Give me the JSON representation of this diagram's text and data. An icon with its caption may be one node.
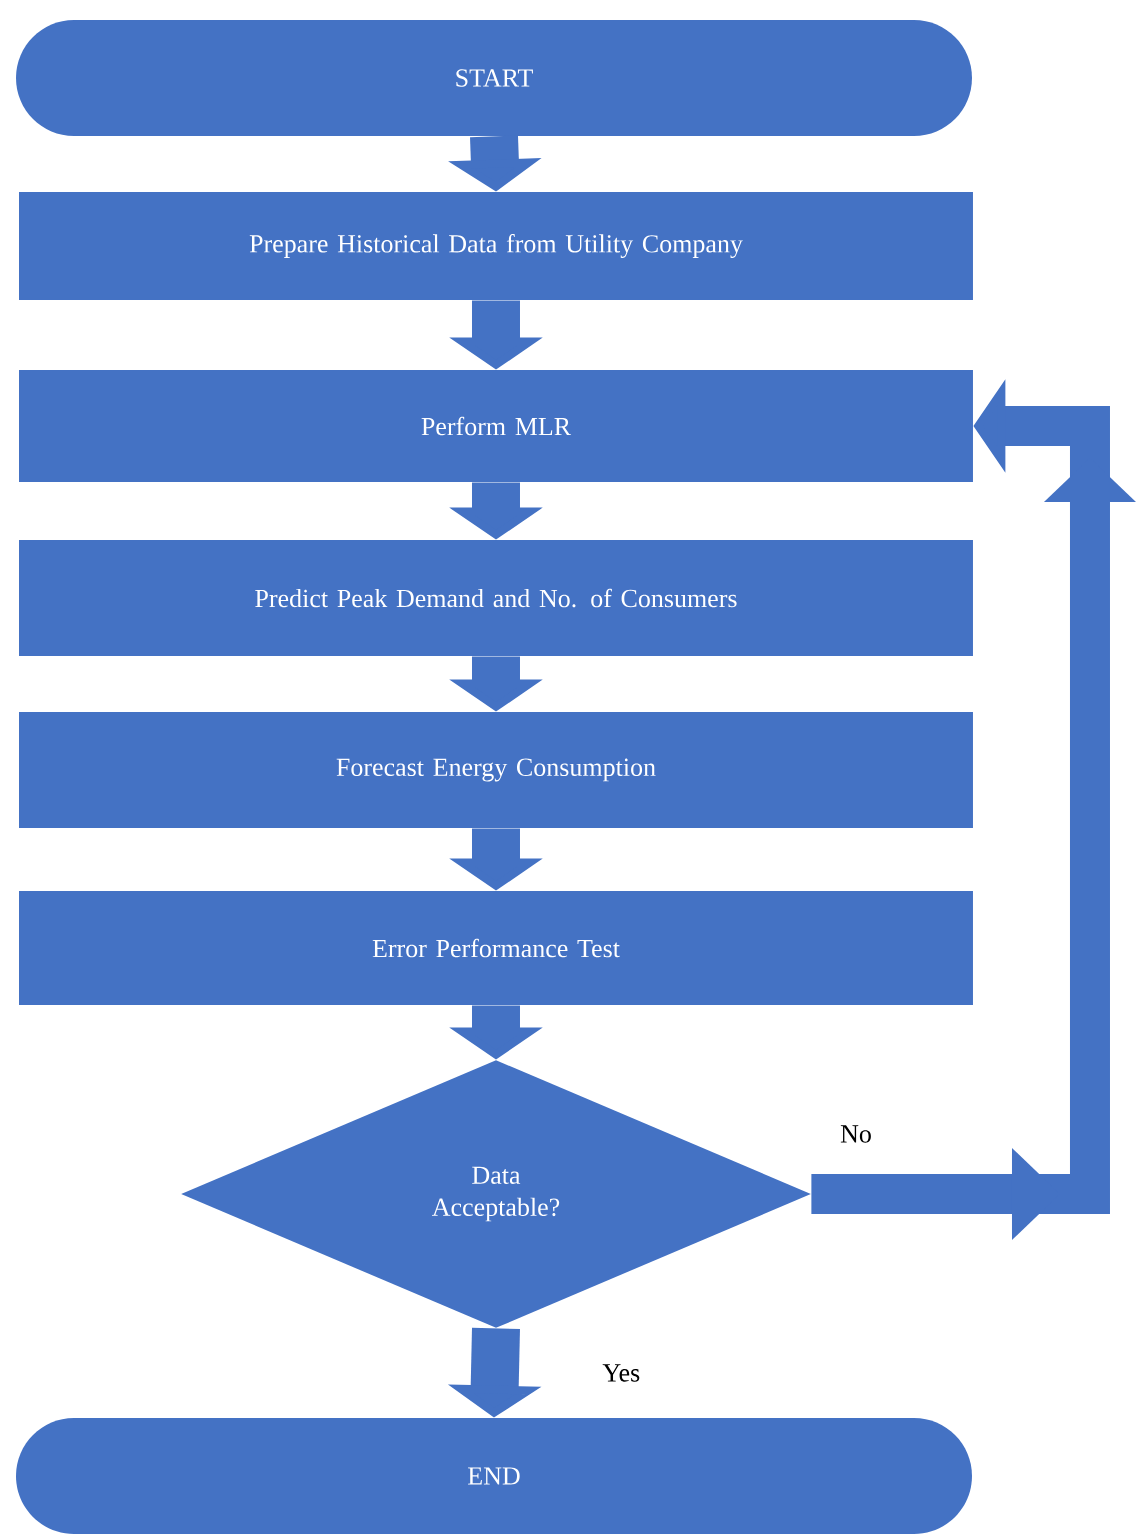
{
  "diagram": {
    "nodes": [
      {
        "text": [
          "START"
        ]
      },
      {
        "text": [
          "Prepare Historical Data from Utility Company"
        ]
      },
      {
        "text": [
          "Perform MLR"
        ]
      },
      {
        "text": [
          "Predict Peak Demand and No. of Consumers"
        ]
      },
      {
        "text": [
          "Forecast Energy Consumption"
        ]
      },
      {
        "text": [
          "Error Performance Test"
        ]
      },
      {
        "text": [
          "Data Acceptable?"
        ]
      },
      {
        "text": [
          "END"
        ]
      }
    ],
    "edges": [
      {
        "from": 0,
        "to": 1,
        "arrow": "to"
      },
      {
        "from": 1,
        "to": 2,
        "arrow": "to"
      },
      {
        "from": 2,
        "to": 3,
        "arrow": "to"
      },
      {
        "from": 3,
        "to": 4,
        "arrow": "to"
      },
      {
        "from": 4,
        "to": 5,
        "arrow": "to"
      },
      {
        "from": 5,
        "to": 6,
        "arrow": "to"
      },
      {
        "from": 6,
        "to": 2,
        "arrow": "to",
        "label": "No"
      },
      {
        "from": 6,
        "to": 7,
        "arrow": "to",
        "label": "Yes"
      }
    ]
  }
}
